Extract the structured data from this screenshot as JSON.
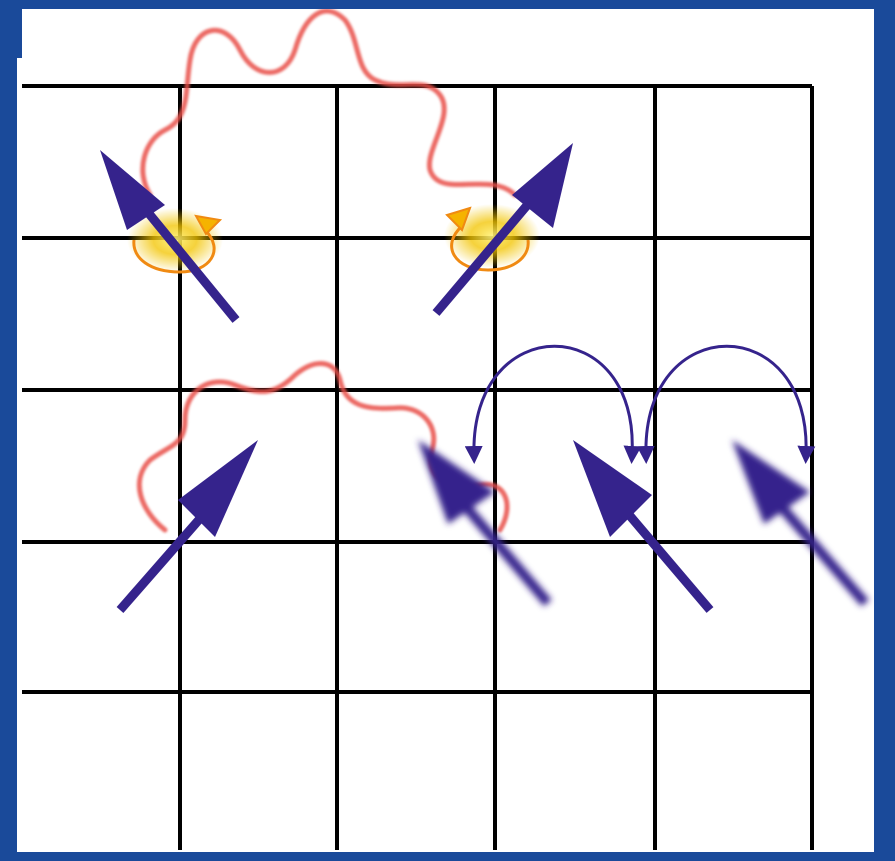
{
  "colors": {
    "frame": "#1a4a9a",
    "background": "#ffffff",
    "grid": "#000000",
    "spin_arrow": "#35238c",
    "photon_wave": "#e8504a",
    "excitation_glow": "#f2c400",
    "rotation_marker": "#f08a12",
    "hop_arc": "#35238c"
  },
  "diagram": {
    "grid": {
      "rows": 5,
      "columns": 5
    },
    "elements": [
      {
        "id": "spin-flipped-left",
        "icon": "spin-arrow-icon",
        "direction": "up-left",
        "excited": true
      },
      {
        "id": "spin-flipped-right",
        "icon": "spin-arrow-icon",
        "direction": "up-right",
        "excited": true
      },
      {
        "id": "spin-row3-col1",
        "icon": "spin-arrow-icon",
        "direction": "up-right",
        "excited": false
      },
      {
        "id": "spin-row3-col3",
        "icon": "spin-arrow-icon",
        "direction": "up-left",
        "blurred": true
      },
      {
        "id": "spin-row3-col4",
        "icon": "spin-arrow-icon",
        "direction": "up-left",
        "blurred": false
      },
      {
        "id": "spin-row3-col5",
        "icon": "spin-arrow-icon",
        "direction": "up-left",
        "blurred": true
      }
    ],
    "waves": [
      {
        "id": "photon-wave-upper",
        "icon": "photon-wave-icon"
      },
      {
        "id": "photon-wave-lower",
        "icon": "photon-wave-icon"
      }
    ],
    "arcs": [
      {
        "id": "hop-arc-left",
        "icon": "double-headed-arc-icon"
      },
      {
        "id": "hop-arc-right",
        "icon": "double-headed-arc-icon"
      }
    ]
  }
}
